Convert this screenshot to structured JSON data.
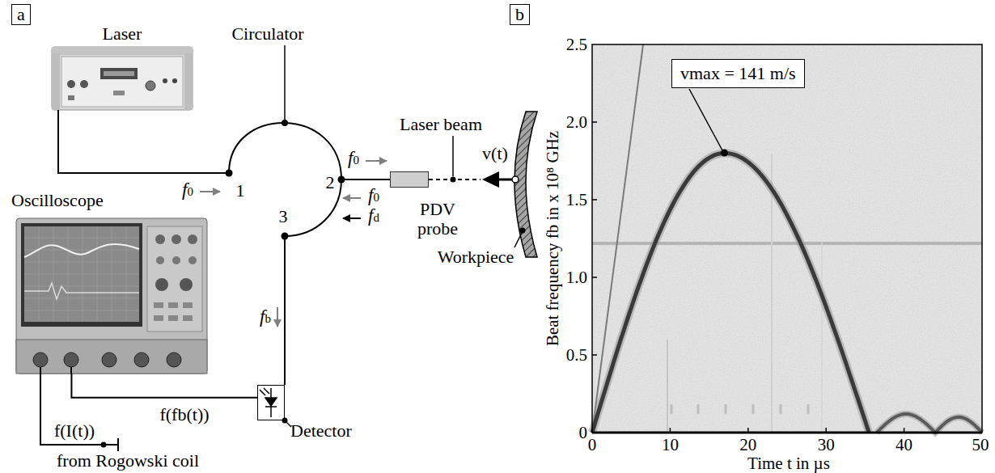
{
  "diagram": {
    "nodes": [
      {
        "text": [
          "a"
        ]
      },
      {
        "text": [
          "Laser"
        ]
      },
      {
        "text": [
          "Oscilloscope"
        ]
      },
      {
        "text": [
          "PDV probe"
        ]
      },
      {
        "text": [
          "Detector"
        ]
      },
      {
        "text": [
          "b"
        ]
      },
      {
        "text": [
          "vmax = 141 m/s"
        ]
      }
    ],
    "edges": [
      {
        "from": 4,
        "to": 2,
        "arrow": "none"
      }
    ],
    "labels": [
      "Circulator",
      "1",
      "2",
      "3",
      "f0",
      "f0",
      "f0",
      "fd",
      "fb",
      "Laser beam",
      "v(t)",
      "Workpiece",
      "f(fb(t))",
      "f(I(t))",
      "from Rogowski coil",
      "2.5",
      "2.0",
      "1.5",
      "1.0",
      "0.5",
      "0",
      "0",
      "10",
      "20",
      "30",
      "40",
      "50",
      "Beat frequency fb in x 10⁸ GHz",
      "Time t in µs"
    ]
  }
}
